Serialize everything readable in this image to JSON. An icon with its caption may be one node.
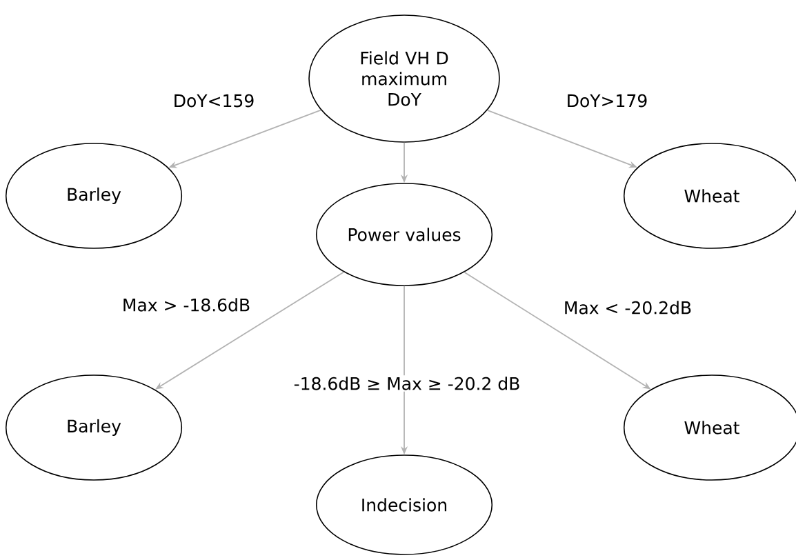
{
  "diagram": {
    "nodes": [
      {
        "text": [
          "Field VH D maximum DoY"
        ]
      },
      {
        "text": [
          "Barley"
        ]
      },
      {
        "text": [
          "Power values"
        ]
      },
      {
        "text": [
          "Wheat"
        ]
      },
      {
        "text": [
          "Barley"
        ]
      },
      {
        "text": [
          "Indecision"
        ]
      },
      {
        "text": [
          "Wheat"
        ]
      }
    ],
    "edges": [
      {
        "from": 0,
        "to": 1,
        "arrow": "to",
        "label": "DoY<159"
      },
      {
        "from": 0,
        "to": 2,
        "arrow": "to"
      },
      {
        "from": 0,
        "to": 3,
        "arrow": "to",
        "label": "DoY>179"
      },
      {
        "from": 2,
        "to": 4,
        "arrow": "to",
        "label": "Max > -18.6dB"
      },
      {
        "from": 2,
        "to": 5,
        "arrow": "to",
        "label": "-18.6dB ≥ Max ≥ -20.2 dB"
      },
      {
        "from": 2,
        "to": 6,
        "arrow": "to",
        "label": "Max < -20.2dB"
      }
    ]
  }
}
